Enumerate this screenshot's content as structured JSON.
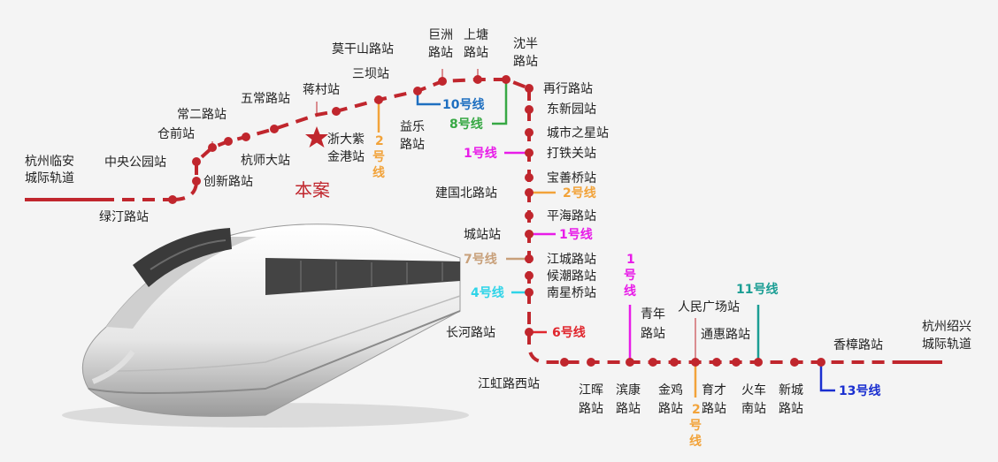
{
  "colors": {
    "main_line": "#c0262d",
    "line1": "#e81ce8",
    "line2": "#f2a33a",
    "line4": "#2fd4e8",
    "line6": "#e0262d",
    "line7": "#c8a07a",
    "line8": "#37a844",
    "line10": "#1e6fc0",
    "line11": "#1b9e94",
    "line13": "#1a2fd0"
  },
  "endpoints": {
    "west": [
      "杭州临安",
      "城际轨道"
    ],
    "east": [
      "杭州绍兴",
      "城际轨道"
    ]
  },
  "project": {
    "label": "本案"
  },
  "stations": {
    "lvting": "绿汀路站",
    "chuangxin": "创新路站",
    "zhongyang": "中央公园站",
    "cangqian": "仓前站",
    "changer": "常二路站",
    "hangshi": "杭师大站",
    "wuchang": "五常路站",
    "jiangcun": "蒋村站",
    "zheda": [
      "浙大紫",
      "金港站"
    ],
    "sanba": "三坝站",
    "moganshan": "莫干山路站",
    "yile": [
      "益乐",
      "路站"
    ],
    "juzhou": [
      "巨洲",
      "路站"
    ],
    "shangtang": [
      "上塘",
      "路站"
    ],
    "shenban": [
      "沈半",
      "路站"
    ],
    "zaixing": "再行路站",
    "dongxinyuan": "东新园站",
    "chengshi": "城市之星站",
    "datieguan": "打铁关站",
    "baoshan": "宝善桥站",
    "jianguo": "建国北路站",
    "pinghai": "平海路站",
    "chengzhan": "城站站",
    "jiangcheng": "江城路站",
    "houchao": "候潮路站",
    "nanxing": "南星桥站",
    "changhe": "长河路站",
    "jianghong": "江虹路西站",
    "jianghui": [
      "江晖",
      "路站"
    ],
    "binkang": [
      "滨康",
      "路站"
    ],
    "qingnian": [
      "青年",
      "路站"
    ],
    "jinji": [
      "金鸡",
      "路站"
    ],
    "renmin": "人民广场站",
    "yucai": [
      "育才",
      "路站"
    ],
    "tonghui": "通惠路站",
    "huoche": [
      "火车",
      "南站"
    ],
    "xincheng": [
      "新城",
      "路站"
    ],
    "xiangzhang": "香樟路站"
  },
  "transfer_lines": {
    "line2_a": [
      "2",
      "号",
      "线"
    ],
    "line10": "10号线",
    "line8": "8号线",
    "line1_a": "1号线",
    "line2_b": "2号线",
    "line1_b": "1号线",
    "line7": "7号线",
    "line4": "4号线",
    "line6": "6号线",
    "line1_c": [
      "1",
      "号",
      "线"
    ],
    "line11": "11号线",
    "line2_c": [
      "2",
      "号",
      "线"
    ],
    "line13": "13号线"
  }
}
